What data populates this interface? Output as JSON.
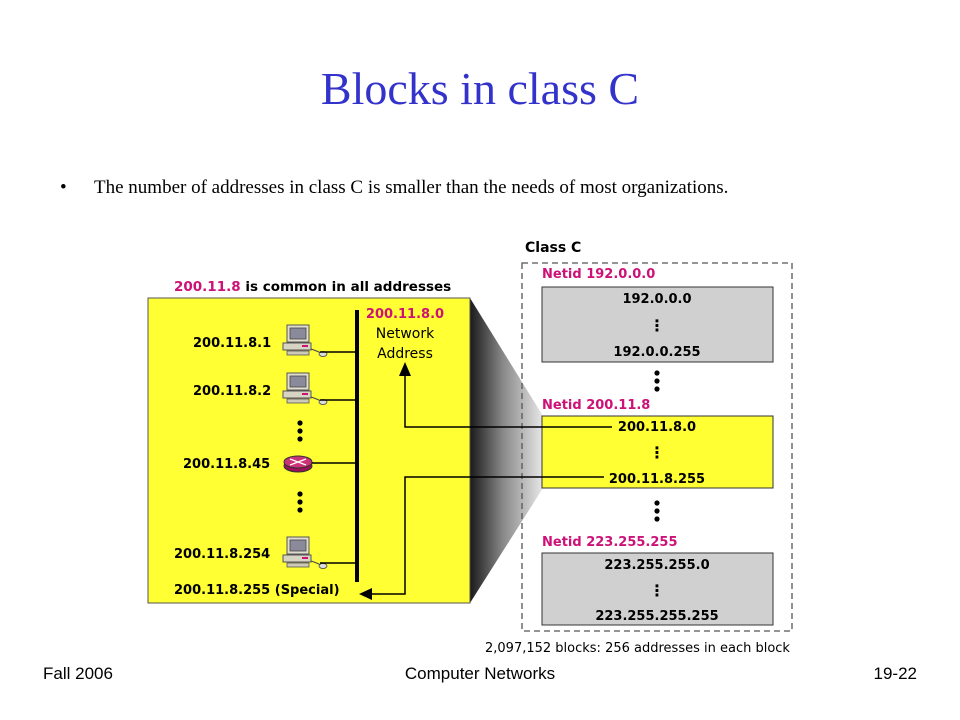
{
  "slide": {
    "title": "Blocks in class C",
    "bullet": "The number of addresses in class C is smaller than the needs of most organizations."
  },
  "footer": {
    "left": "Fall 2006",
    "center": "Computer Networks",
    "right": "19-22"
  },
  "diagram": {
    "common_prefix": "200.11.8",
    "common_suffix": " is common in all addresses",
    "network_address": "200.11.8.0",
    "network_label_1": "Network",
    "network_label_2": "Address",
    "hosts": [
      {
        "address": "200.11.8.1",
        "device": "computer"
      },
      {
        "address": "200.11.8.2",
        "device": "computer"
      },
      {
        "address": "200.11.8.45",
        "device": "router"
      },
      {
        "address": "200.11.8.254",
        "device": "computer"
      }
    ],
    "special_address": "200.11.8.255 (Special)",
    "class_label": "Class C",
    "blocks": [
      {
        "netid": "Netid 192.0.0.0",
        "first": "192.0.0.0",
        "last": "192.0.0.255"
      },
      {
        "netid": "Netid 200.11.8",
        "first": "200.11.8.0",
        "last": "200.11.8.255"
      },
      {
        "netid": "Netid 223.255.255",
        "first": "223.255.255.0",
        "last": "223.255.255.255"
      }
    ],
    "vdots": "⋮",
    "caption": "2,097,152 blocks: 256 addresses in each block",
    "colors": {
      "highlight": "#ffff33",
      "netid": "#cc1177",
      "block_gray": "#d0d0d0",
      "title": "#3333cc"
    }
  }
}
